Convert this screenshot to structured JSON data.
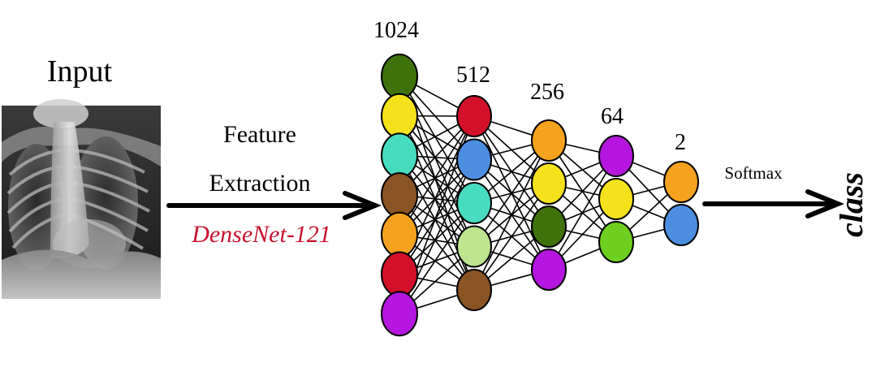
{
  "input": {
    "title": "Input",
    "image": "chest-xray"
  },
  "feature_arrow": {
    "line1": "Feature",
    "line2": "Extraction",
    "model": "DenseNet-121",
    "model_color": "#c8102e"
  },
  "network": {
    "layers": [
      {
        "size_label": "1024",
        "neurons": [
          "#3f720b",
          "#f5e21c",
          "#47dcc0",
          "#8a5424",
          "#f5a21e",
          "#d3102a",
          "#b516e0"
        ]
      },
      {
        "size_label": "512",
        "neurons": [
          "#d3102a",
          "#4c8ee0",
          "#47dcc0",
          "#bde58f",
          "#8a5424"
        ]
      },
      {
        "size_label": "256",
        "neurons": [
          "#f5a21e",
          "#f5e21c",
          "#3f720b",
          "#b516e0"
        ]
      },
      {
        "size_label": "64",
        "neurons": [
          "#b516e0",
          "#f5e21c",
          "#6fcf21"
        ]
      },
      {
        "size_label": "2",
        "neurons": [
          "#f5a21e",
          "#4c8ee0"
        ]
      }
    ]
  },
  "output": {
    "activation": "Softmax",
    "label": "class"
  }
}
